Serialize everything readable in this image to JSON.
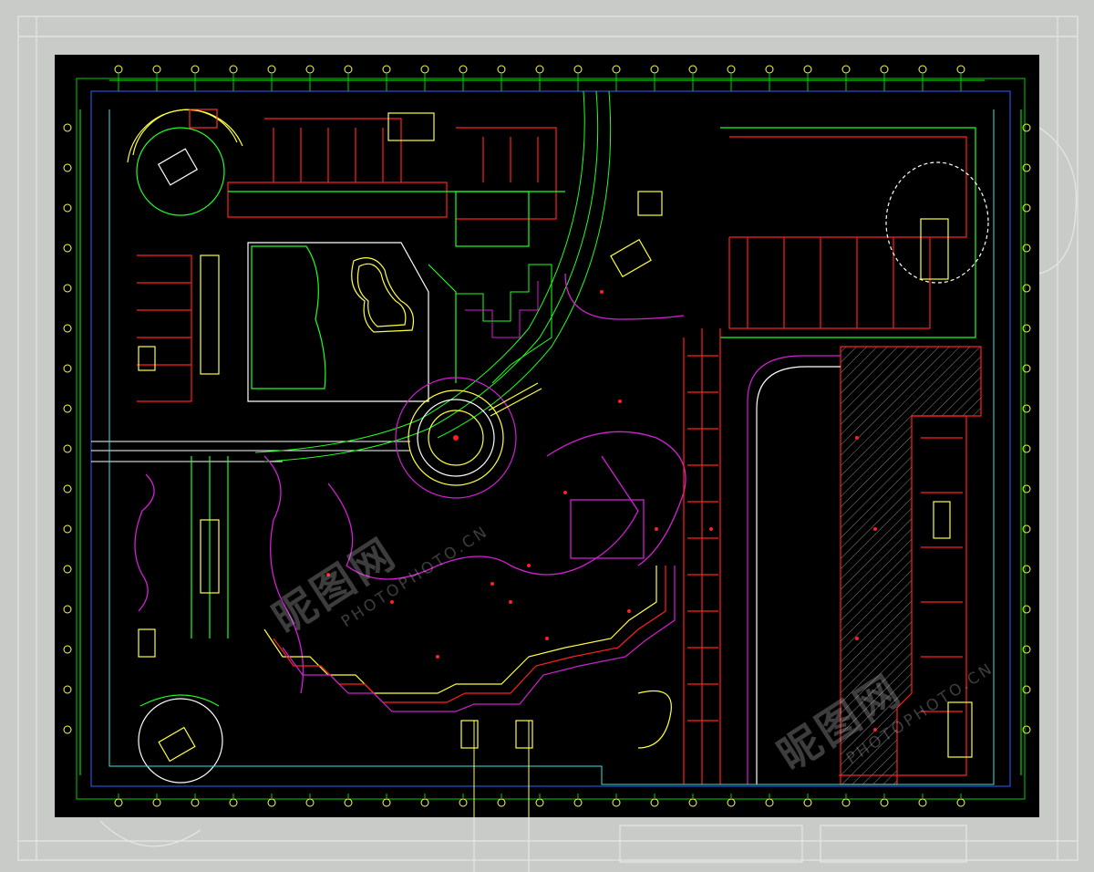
{
  "colors": {
    "page_background": "#c9cbc9",
    "sheet_background": "#000000",
    "grid_green": "#00ff00",
    "wall_red": "#ff2020",
    "boundary_magenta": "#d020d0",
    "path_yellow": "#ffff40",
    "dimension_cyan": "#40e0e0",
    "hatch_gray": "#8a8a8a"
  },
  "watermarks": [
    {
      "mark": "昵图网",
      "url": "PHOTOPHOTO.CN"
    },
    {
      "mark": "昵图网",
      "url": "PHOTOPHOTO.CN"
    }
  ]
}
